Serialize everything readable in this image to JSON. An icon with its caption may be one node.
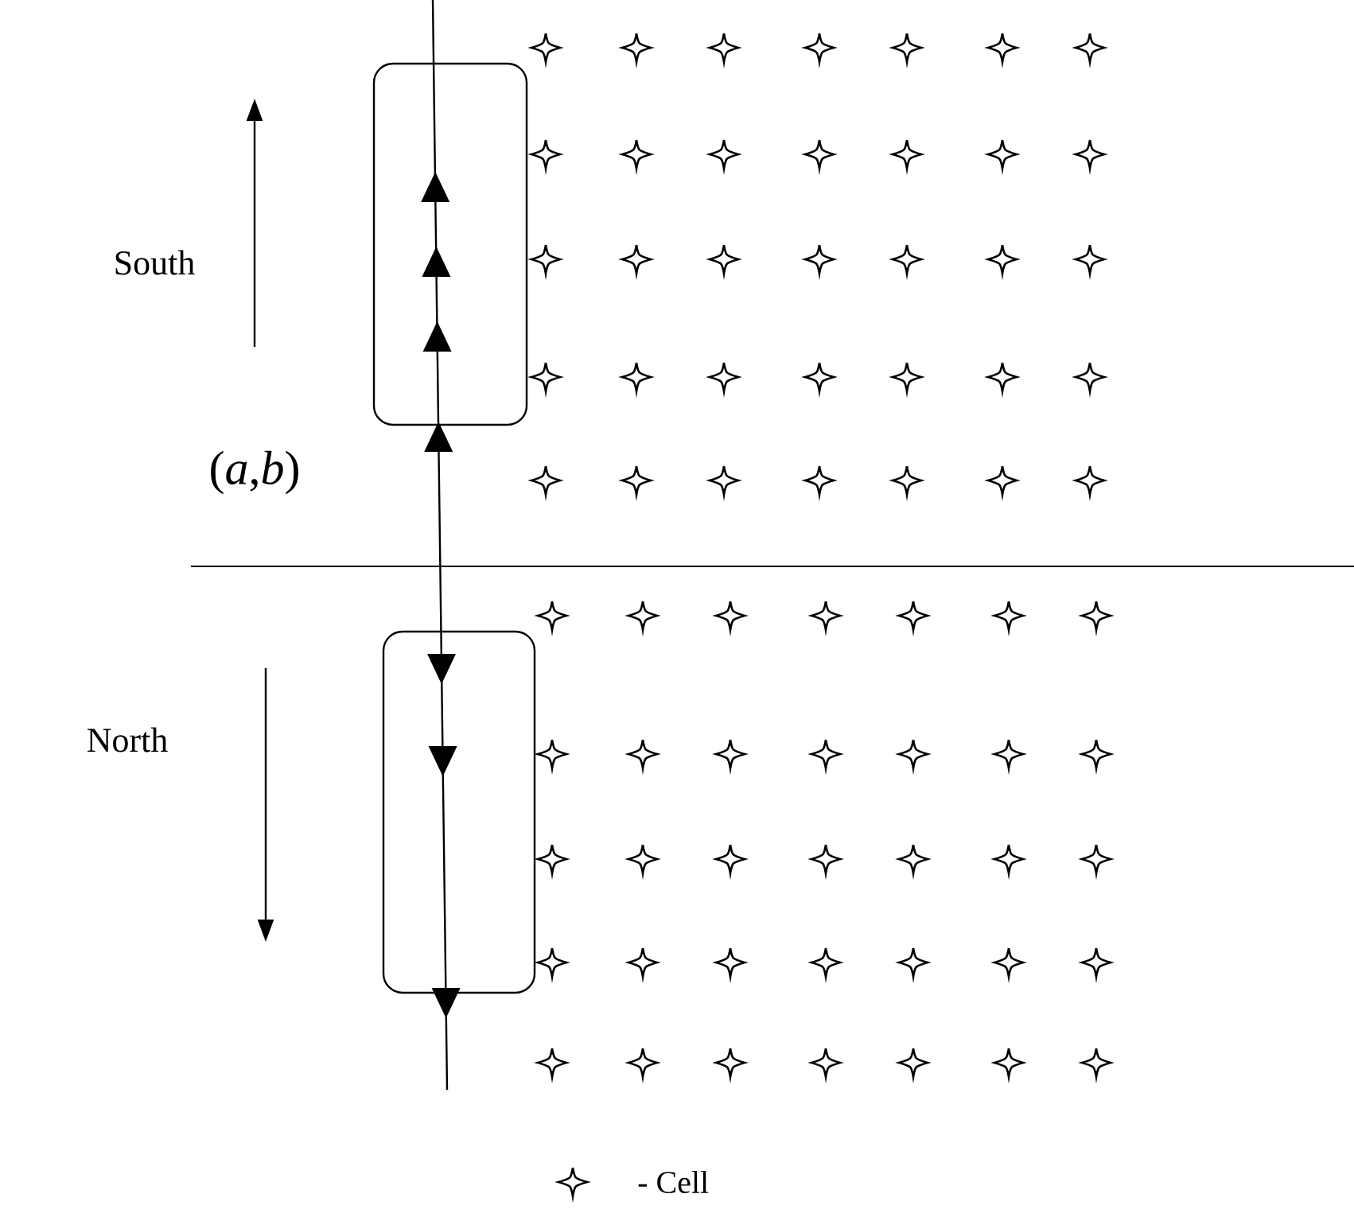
{
  "diagram": {
    "nodes": [
      {
        "text": [],
        "shape": "box"
      },
      {
        "text": [],
        "shape": "box"
      }
    ],
    "edges": [],
    "labels": [
      "South",
      "(*a*,*b*)",
      "North"
    ],
    "legend": [
      {
        "text": "- Cell"
      }
    ]
  }
}
